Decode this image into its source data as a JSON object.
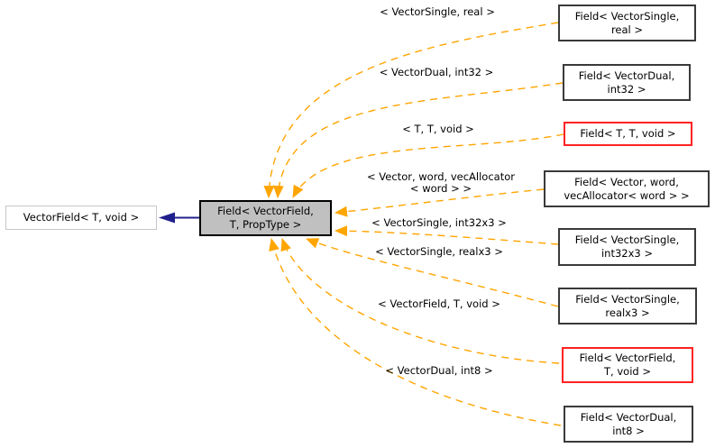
{
  "diagram_type": "doxygen-template-instantiation-graph",
  "base_node": {
    "label": "VectorField< T, void >"
  },
  "main_node": {
    "line1": "Field< VectorField,",
    "line2": "T, PropType >"
  },
  "nodes": [
    {
      "line1": "Field< VectorSingle,",
      "line2": "real >"
    },
    {
      "line1": "Field< VectorDual,",
      "line2": "int32 >"
    },
    {
      "line1": "Field< T, T, void >"
    },
    {
      "line1": "Field< Vector, word,",
      "line2": "vecAllocator< word > >"
    },
    {
      "line1": "Field< VectorSingle,",
      "line2": "int32x3 >"
    },
    {
      "line1": "Field< VectorSingle,",
      "line2": "realx3 >"
    },
    {
      "line1": "Field< VectorField,",
      "line2": "T, void >"
    },
    {
      "line1": "Field< VectorDual,",
      "line2": "int8 >"
    }
  ],
  "edge_labels": [
    {
      "line1": "< VectorSingle, real >"
    },
    {
      "line1": "< VectorDual, int32 >"
    },
    {
      "line1": "< T, T, void >"
    },
    {
      "line1": "< Vector, word, vecAllocator",
      "line2": "< word > >"
    },
    {
      "line1": "< VectorSingle, int32x3 >"
    },
    {
      "line1": "< VectorSingle, realx3 >"
    },
    {
      "line1": "< VectorField, T, void >"
    },
    {
      "line1": "< VectorDual, int8 >"
    }
  ],
  "colors": {
    "template_edge_orange": "#ffa500",
    "inheritance_blue": "#20208c",
    "selected_node_fill": "#c0c0c0",
    "node_border": "#3a3a3a",
    "truncated_node_border": "#ff2222",
    "base_node_border": "#c4c8ca",
    "background": "#ffffff"
  }
}
